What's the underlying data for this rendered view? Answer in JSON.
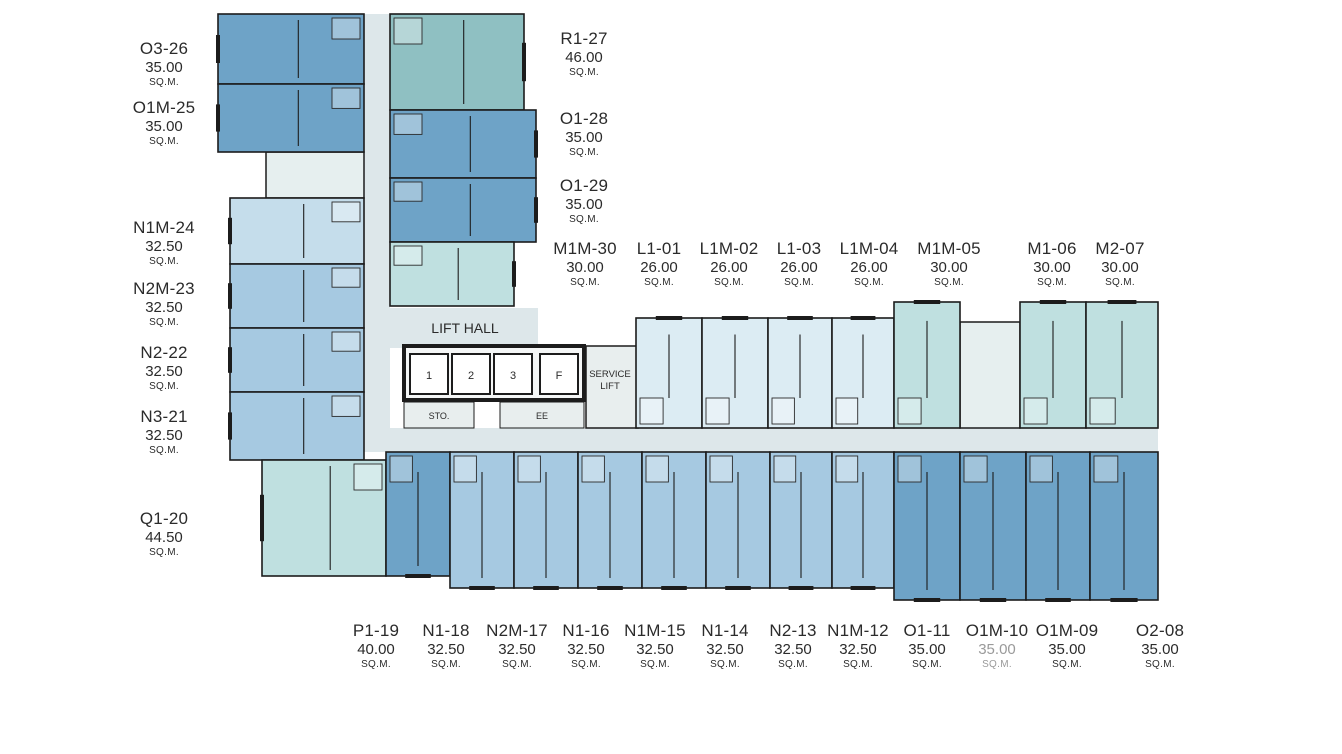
{
  "colors": {
    "dark": "#6ea3c7",
    "medium": "#a6c9e1",
    "light": "#c5ddeb",
    "pale": "#dcecf3",
    "teal": "#8fc0c2",
    "teal_light": "#bfe0e0",
    "corridor": "#dde7ea",
    "service": "#eaf0f0",
    "wall": "#1c1c1c"
  },
  "labels": {
    "lift_hall": "LIFT HALL",
    "lift_1": "1",
    "lift_2": "2",
    "lift_3": "3",
    "lift_f": "F",
    "service_lift_1": "SERVICE",
    "service_lift_2": "LIFT",
    "sto": "STO.",
    "ee": "EE"
  },
  "units": [
    {
      "code": "O3-26",
      "area": "35.00",
      "unit": "SQ.M.",
      "color": "dark"
    },
    {
      "code": "O1M-25",
      "area": "35.00",
      "unit": "SQ.M.",
      "color": "dark"
    },
    {
      "code": "N1M-24",
      "area": "32.50",
      "unit": "SQ.M.",
      "color": "light"
    },
    {
      "code": "N2M-23",
      "area": "32.50",
      "unit": "SQ.M.",
      "color": "medium"
    },
    {
      "code": "N2-22",
      "area": "32.50",
      "unit": "SQ.M.",
      "color": "medium"
    },
    {
      "code": "N3-21",
      "area": "32.50",
      "unit": "SQ.M.",
      "color": "medium"
    },
    {
      "code": "Q1-20",
      "area": "44.50",
      "unit": "SQ.M.",
      "color": "teal_light"
    },
    {
      "code": "R1-27",
      "area": "46.00",
      "unit": "SQ.M.",
      "color": "teal"
    },
    {
      "code": "O1-28",
      "area": "35.00",
      "unit": "SQ.M.",
      "color": "dark"
    },
    {
      "code": "O1-29",
      "area": "35.00",
      "unit": "SQ.M.",
      "color": "dark"
    },
    {
      "code": "M1M-30",
      "area": "30.00",
      "unit": "SQ.M.",
      "color": "teal_light"
    },
    {
      "code": "L1-01",
      "area": "26.00",
      "unit": "SQ.M.",
      "color": "pale"
    },
    {
      "code": "L1M-02",
      "area": "26.00",
      "unit": "SQ.M.",
      "color": "pale"
    },
    {
      "code": "L1-03",
      "area": "26.00",
      "unit": "SQ.M.",
      "color": "pale"
    },
    {
      "code": "L1M-04",
      "area": "26.00",
      "unit": "SQ.M.",
      "color": "pale"
    },
    {
      "code": "M1M-05",
      "area": "30.00",
      "unit": "SQ.M.",
      "color": "teal_light"
    },
    {
      "code": "M1-06",
      "area": "30.00",
      "unit": "SQ.M.",
      "color": "teal_light"
    },
    {
      "code": "M2-07",
      "area": "30.00",
      "unit": "SQ.M.",
      "color": "teal_light"
    },
    {
      "code": "P1-19",
      "area": "40.00",
      "unit": "SQ.M.",
      "color": "dark"
    },
    {
      "code": "N1-18",
      "area": "32.50",
      "unit": "SQ.M.",
      "color": "medium"
    },
    {
      "code": "N2M-17",
      "area": "32.50",
      "unit": "SQ.M.",
      "color": "medium"
    },
    {
      "code": "N1-16",
      "area": "32.50",
      "unit": "SQ.M.",
      "color": "medium"
    },
    {
      "code": "N1M-15",
      "area": "32.50",
      "unit": "SQ.M.",
      "color": "medium"
    },
    {
      "code": "N1-14",
      "area": "32.50",
      "unit": "SQ.M.",
      "color": "medium"
    },
    {
      "code": "N2-13",
      "area": "32.50",
      "unit": "SQ.M.",
      "color": "medium"
    },
    {
      "code": "N1M-12",
      "area": "32.50",
      "unit": "SQ.M.",
      "color": "medium"
    },
    {
      "code": "O1-11",
      "area": "35.00",
      "unit": "SQ.M.",
      "color": "dark"
    },
    {
      "code": "O1M-10",
      "area": "35.00",
      "unit": "SQ.M.",
      "color": "dark"
    },
    {
      "code": "O1M-09",
      "area": "35.00",
      "unit": "SQ.M.",
      "color": "dark"
    },
    {
      "code": "O2-08",
      "area": "35.00",
      "unit": "SQ.M.",
      "color": "dark"
    }
  ]
}
